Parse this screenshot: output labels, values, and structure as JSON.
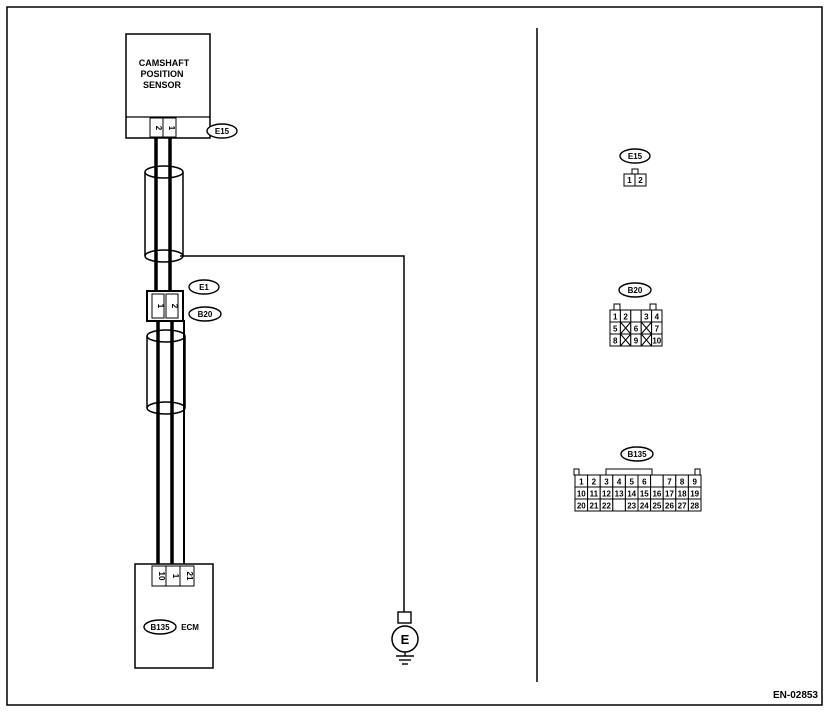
{
  "sensor": {
    "title_lines": [
      "CAMSHAFT",
      "POSITION",
      "SENSOR"
    ],
    "pins": [
      "2",
      "1"
    ]
  },
  "connector_labels": {
    "e15": "E15",
    "e1": "E1",
    "b20": "B20",
    "b135": "B135"
  },
  "junction_pins": [
    "1",
    "2"
  ],
  "ecm": {
    "label": "ECM",
    "pins": [
      "10",
      "1",
      "21"
    ]
  },
  "ground": {
    "symbol": "E"
  },
  "connector_views": {
    "e15": {
      "code": "E15",
      "pins": [
        "1",
        "2"
      ]
    },
    "b20": {
      "code": "B20",
      "rows": [
        [
          "1",
          "2",
          "",
          "3",
          "4"
        ],
        [
          "5",
          "X",
          "6",
          "X",
          "7"
        ],
        [
          "8",
          "X",
          "9",
          "X",
          "10"
        ]
      ]
    },
    "b135": {
      "code": "B135",
      "rows": [
        [
          "1",
          "2",
          "3",
          "4",
          "5",
          "6",
          "",
          "7",
          "8",
          "9"
        ],
        [
          "10",
          "11",
          "12",
          "13",
          "14",
          "15",
          "16",
          "17",
          "18",
          "19"
        ],
        [
          "20",
          "21",
          "22",
          "",
          "23",
          "24",
          "25",
          "26",
          "27",
          "28"
        ]
      ]
    }
  },
  "footer": {
    "code": "EN-02853"
  }
}
